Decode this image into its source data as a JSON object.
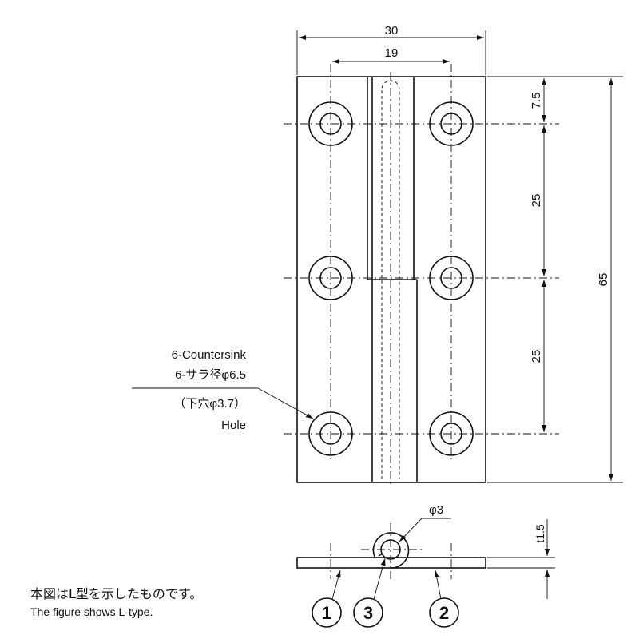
{
  "dimensions": {
    "overall_width": "30",
    "hole_pitch_width": "19",
    "top_offset": "7.5",
    "pitch_upper": "25",
    "pitch_lower": "25",
    "overall_length": "65",
    "pin_diameter": "φ3",
    "thickness": "t1.5"
  },
  "hole_callout": {
    "line1": "6-Countersink",
    "line2": "6-サラ径φ6.5",
    "line3": "（下穴φ3.7）",
    "line4": "Hole"
  },
  "balloons": [
    "1",
    "3",
    "2"
  ],
  "note": {
    "japanese": "本図はL型を示したものです。",
    "english": "The figure shows L-type."
  }
}
